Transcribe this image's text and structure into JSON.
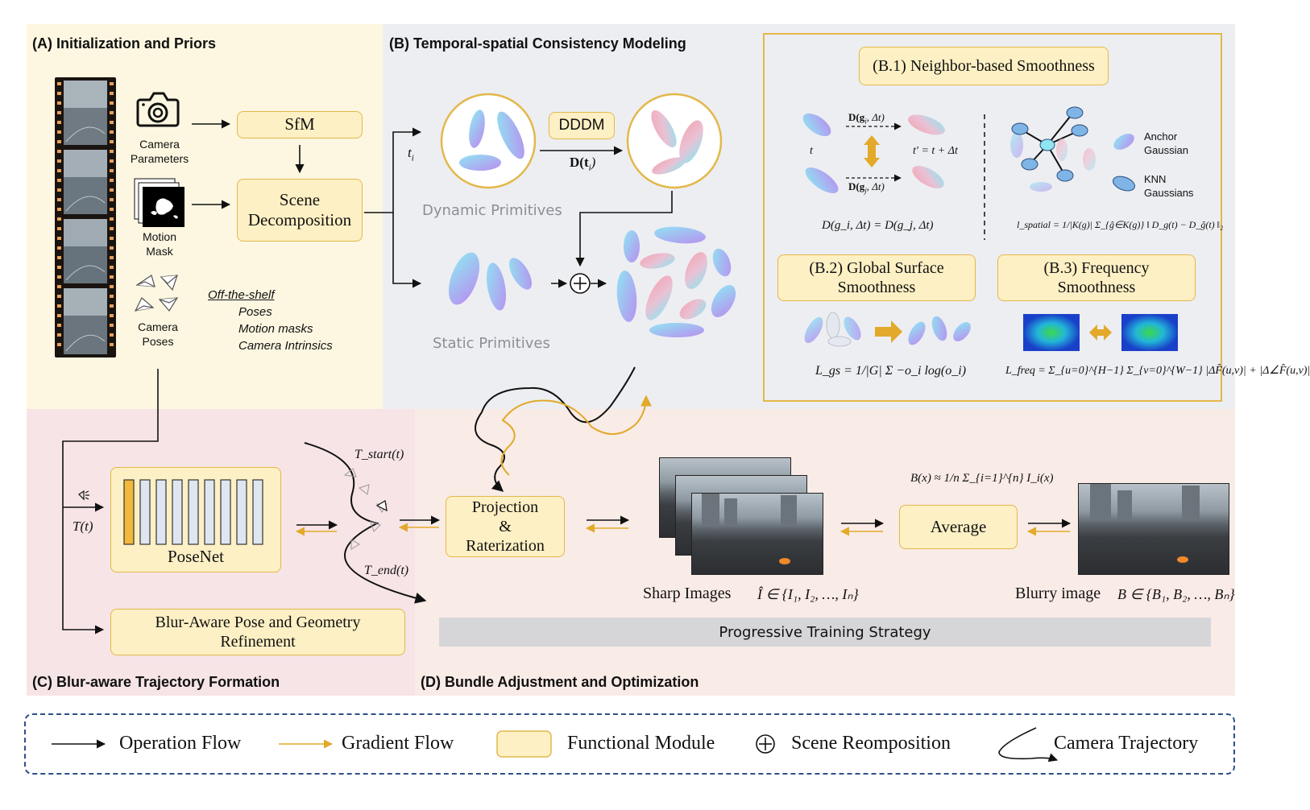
{
  "sections": {
    "a": "(A) Initialization and Priors",
    "b": "(B) Temporal-spatial Consistency Modeling",
    "c": "(C) Blur-aware Trajectory Formation",
    "d": "(D) Bundle Adjustment and Optimization"
  },
  "panel_a": {
    "sfm": "SfM",
    "scene_decomp_1": "Scene",
    "scene_decomp_2": "Decomposition",
    "camera_params_1": "Camera",
    "camera_params_2": "Parameters",
    "motion_mask_1": "Motion",
    "motion_mask_2": "Mask",
    "camera_poses_1": "Camera",
    "camera_poses_2": "Poses",
    "offshelf_title": "Off-the-shelf",
    "offshelf_1": "Poses",
    "offshelf_2": "Motion masks",
    "offshelf_3": "Camera Intrinsics"
  },
  "panel_b": {
    "ti": "t",
    "ti_sub": "i",
    "dddm": "DDDM",
    "dti": "D(t",
    "dti_sub": "i",
    "dti_end": ")",
    "dynamic": "Dynamic Primitives",
    "static": "Static Primitives",
    "b1": "(B.1) Neighbor-based Smoothness",
    "b2_1": "(B.2) Global Surface",
    "b2_2": "Smoothness",
    "b3_1": "(B.3) Frequency",
    "b3_2": "Smoothness",
    "anchor_1": "Anchor",
    "anchor_2": "Gaussian",
    "knn_1": "KNN",
    "knn_2": "Gaussians",
    "t_label": "t",
    "t_prime": "t′ = t + Δt",
    "dgi": "D(g",
    "dgi_sub": "i",
    "dgi_end": ", Δt)",
    "dgj": "D(g",
    "dgj_sub": "j",
    "dgj_end": ", Δt)",
    "eq_neighbor": "D(g_i, Δt) = D(g_j, Δt)",
    "eq_spatial": "l_spatial = 1/|K(g)| Σ_{ĝ∈K(g)} ‖ D_g(t) − D_ĝ(t) ‖₂",
    "eq_gs": "L_gs = 1/|G| Σ −o_i log(o_i)",
    "eq_freq": "L_freq = Σ_{u=0}^{H−1} Σ_{v=0}^{W−1} |ΔF̂(u,v)| + |Δ∠F̂(u,v)|"
  },
  "panel_c": {
    "posenet": "PoseNet",
    "refine_1": "Blur-Aware Pose and Geometry",
    "refine_2": "Refinement",
    "tt": "T(t)",
    "tstart": "T_start(t)",
    "tend": "T_end(t)"
  },
  "panel_d": {
    "proj_1": "Projection",
    "proj_2": "&",
    "proj_3": "Raterization",
    "average": "Average",
    "sharp": "Sharp Images",
    "sharp_eq": "Î ∈ {I₁, I₂, …, Iₙ}",
    "blurry": "Blurry image",
    "blurry_eq": "B ∈ {B₁, B₂, …, Bₙ}",
    "avg_eq": "B(x) ≈ 1/n Σ_{i=1}^{n} I_i(x)",
    "progressive": "Progressive Training Strategy"
  },
  "legend": {
    "operation": "Operation Flow",
    "gradient": "Gradient Flow",
    "functional": "Functional Module",
    "reposition": "Scene Reomposition",
    "trajectory": "Camera Trajectory"
  },
  "colors": {
    "panel_a_bg": "#fdf7e1",
    "panel_b_bg": "#edeef2",
    "panel_c_bg": "#f7e4e6",
    "panel_d_bg": "#f9ebe6",
    "module_fill": "#fdf0c4",
    "module_border": "#e3b84a",
    "gradient_arrow": "#e2a92a",
    "legend_border": "#2d4f8a"
  }
}
